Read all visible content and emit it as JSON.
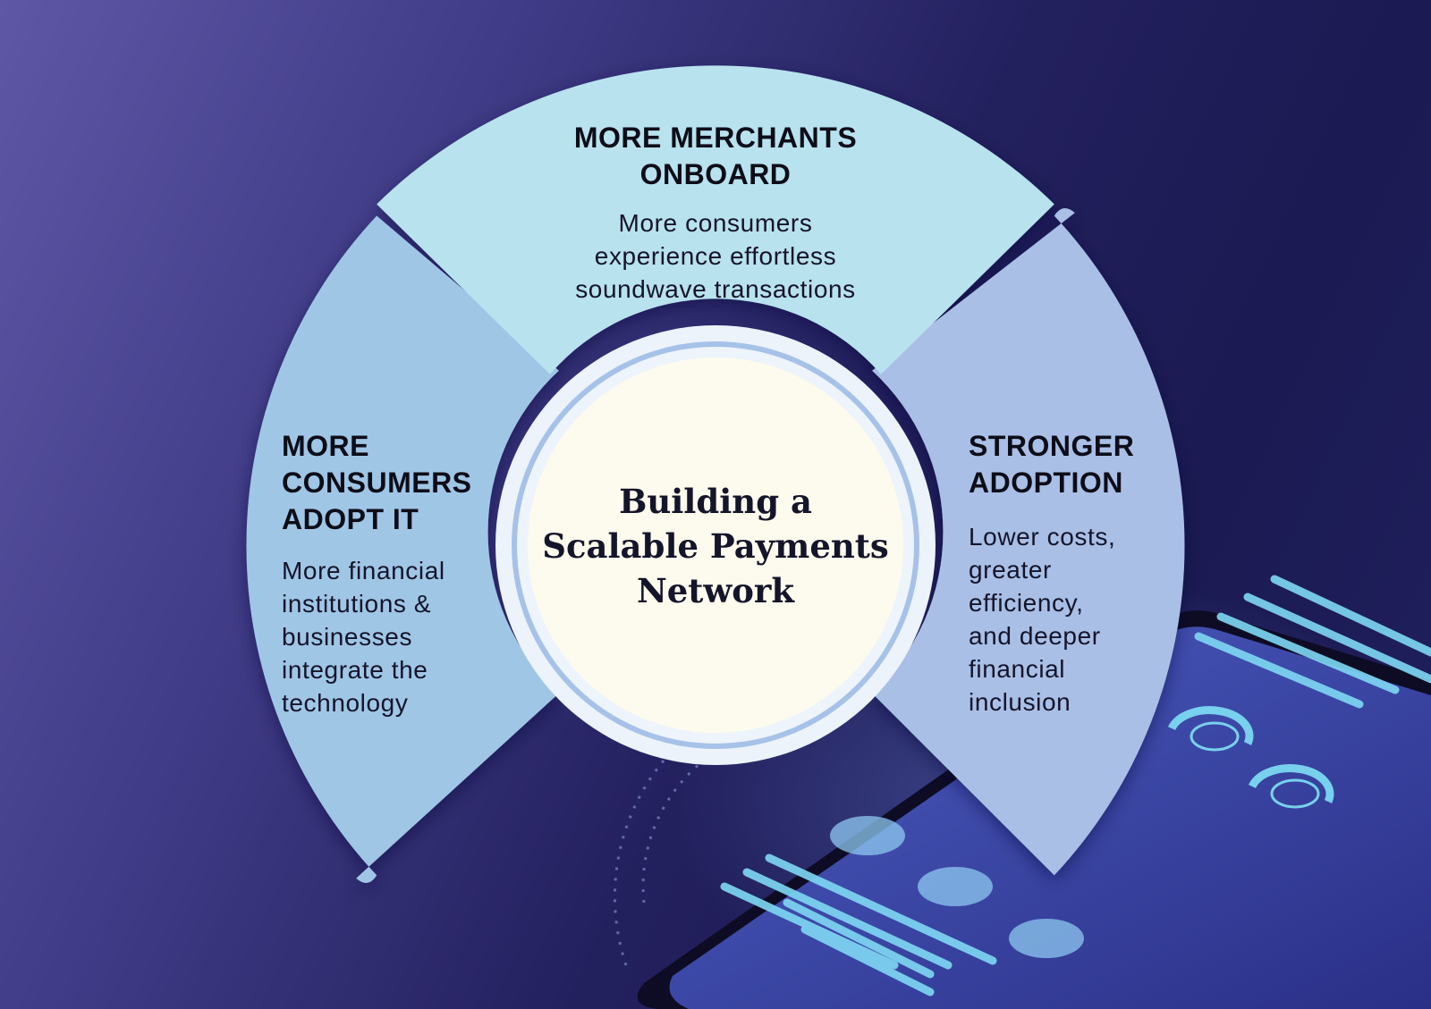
{
  "diagram": {
    "center": {
      "line1": "Building a",
      "line2": "Scalable Payments",
      "line3": "Network"
    },
    "segments": {
      "top": {
        "title_line1": "MORE MERCHANTS",
        "title_line2": "ONBOARD",
        "body_line1": "More consumers",
        "body_line2": "experience effortless",
        "body_line3": "soundwave transactions",
        "color": "#b8e2ee"
      },
      "right": {
        "title_line1": "STRONGER",
        "title_line2": "ADOPTION",
        "body_line1": "Lower costs,",
        "body_line2": "greater",
        "body_line3": "efficiency,",
        "body_line4": "and deeper",
        "body_line5": "financial",
        "body_line6": "inclusion",
        "color": "#a9bfe6"
      },
      "left": {
        "title_line1": "MORE",
        "title_line2": "CONSUMERS",
        "title_line3": "ADOPT IT",
        "body_line1": "More financial",
        "body_line2": "institutions &",
        "body_line3": "businesses",
        "body_line4": "integrate the",
        "body_line5": "technology",
        "color": "#a0c6e6"
      }
    },
    "colors": {
      "center_fill": "#fdfbee",
      "ring": "#e9f1fa",
      "background_dark": "#1b1a52",
      "background_light": "#5e57a6",
      "accent_cyan": "#6fd0f0"
    }
  }
}
